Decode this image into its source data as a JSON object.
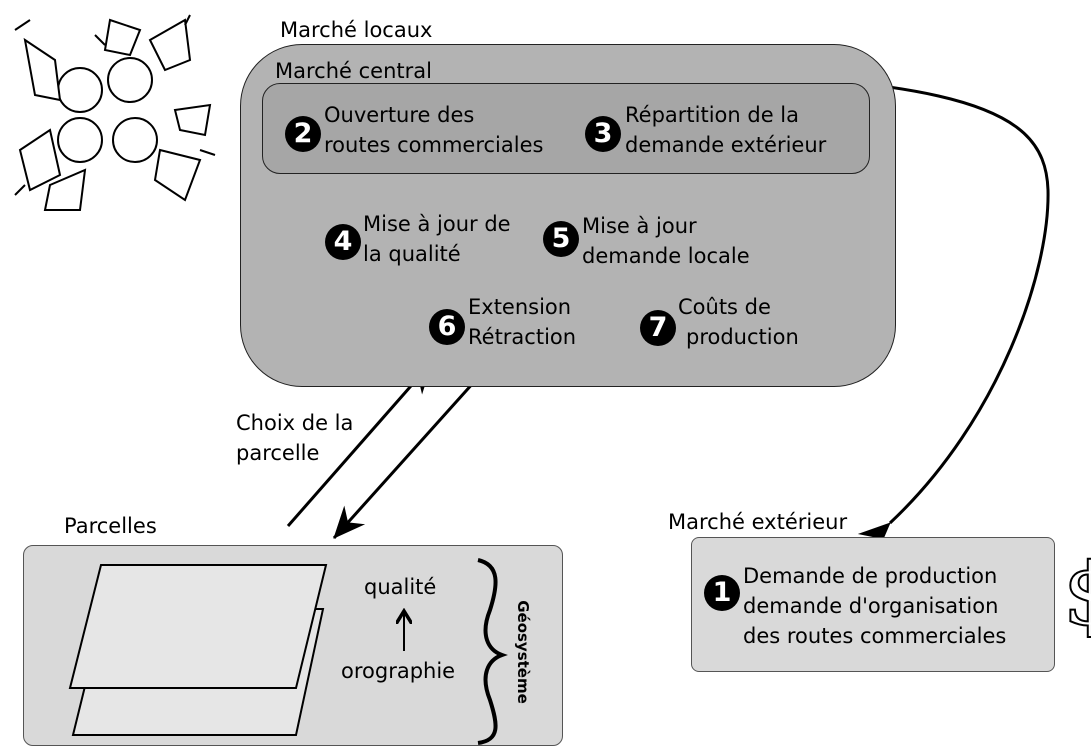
{
  "local_markets": {
    "title": "Marché locaux",
    "central_market": {
      "title": "Marché central",
      "steps": [
        {
          "num": "2",
          "line1": "Ouverture des",
          "line2": "routes commerciales"
        },
        {
          "num": "3",
          "line1": "Répartition de la",
          "line2": "demande extérieur"
        }
      ]
    },
    "steps": [
      {
        "num": "4",
        "line1": "Mise à jour de",
        "line2": "la qualité"
      },
      {
        "num": "5",
        "line1": "Mise à jour",
        "line2": "demande locale"
      },
      {
        "num": "6",
        "line1": "Extension",
        "line2": "Rétraction"
      },
      {
        "num": "7",
        "line1": "Coûts de",
        "line2": "production"
      }
    ]
  },
  "plot_choice": {
    "line1": "Choix de la",
    "line2": "parcelle"
  },
  "plots": {
    "title": "Parcelles",
    "quality": "qualité",
    "orography": "orographie",
    "geosystem": "Géosystème"
  },
  "external_market": {
    "title": "Marché extérieur",
    "num": "1",
    "line1": "Demande de production",
    "line2": "demande d'organisation",
    "line3": "des routes commerciales",
    "currency_symbol": "$"
  },
  "colors": {
    "local_box": "#b3b3b3",
    "central_box": "#a6a6a6",
    "plots_box": "#d9d9d9",
    "external_box": "#d9d9d9",
    "sheet": "#e6e6e6"
  }
}
